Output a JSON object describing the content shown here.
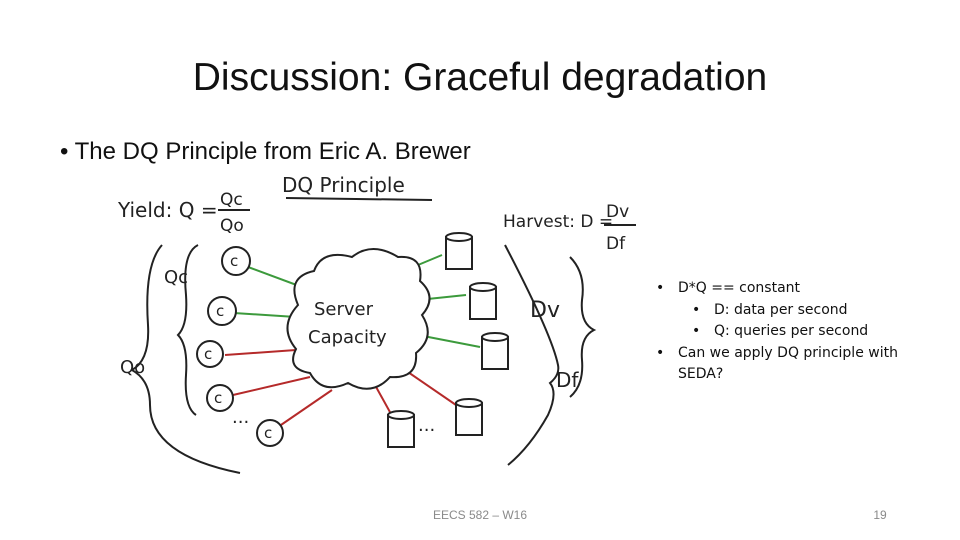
{
  "slide": {
    "title": "Discussion: Graceful degradation",
    "bullet_main": "The DQ Principle from Eric A. Brewer",
    "bullet_glyph": "•",
    "diagram": {
      "heading": "DQ Principle",
      "yield_label": "Yield: Q =",
      "qc": "Qc",
      "qo": "Qo",
      "harvest_label": "Harvest: D =",
      "dv": "Dv",
      "df": "Df",
      "server": "Server",
      "capacity": "Capacity",
      "client_letter": "c",
      "ellipsis": "..."
    },
    "notes": [
      {
        "level": 1,
        "text": "D*Q == constant"
      },
      {
        "level": 2,
        "text": "D: data per second"
      },
      {
        "level": 2,
        "text": "Q: queries per second"
      },
      {
        "level": 1,
        "text": "Can we apply DQ principle with"
      },
      {
        "level": 1,
        "text": "SEDA?",
        "continuation": true
      }
    ],
    "footer": "EECS 582 – W16",
    "page_number": "19",
    "colors": {
      "green_link": "#3c9a3c",
      "red_link": "#b52a2a",
      "ink": "#222222"
    }
  }
}
